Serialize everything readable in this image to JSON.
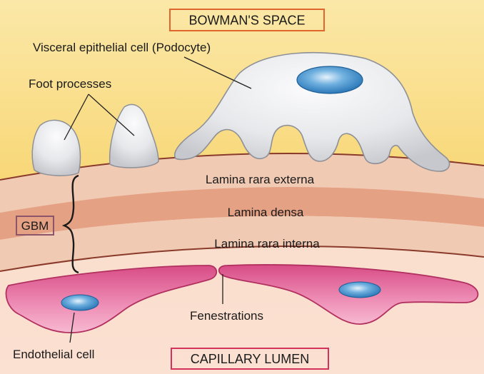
{
  "regions": {
    "top": "BOWMAN'S SPACE",
    "bottom": "CAPILLARY LUMEN"
  },
  "labels": {
    "podocyte": "Visceral epithelial cell (Podocyte)",
    "foot_processes": "Foot processes",
    "lamina_rara_externa": "Lamina rara externa",
    "lamina_densa": "Lamina densa",
    "lamina_rara_interna": "Lamina rara interna",
    "gbm": "GBM",
    "fenestrations": "Fenestrations",
    "endothelial_cell": "Endothelial cell"
  },
  "colors": {
    "bowmans_space": "#f9dd7a",
    "capillary_lumen": "#f7c9b3",
    "lamina_rara": "#f1cab4",
    "lamina_densa": "#e5a184",
    "podocyte_fill": "#e3e4e8",
    "podocyte_outline": "#8d9097",
    "nucleus": "#3e8fcd",
    "endothelium_fill": "#e3679b",
    "endothelium_outline": "#b2305f",
    "top_box_border": "#e0662d",
    "bottom_box_border": "#d2325b",
    "gbm_box_border": "#8d5569"
  }
}
